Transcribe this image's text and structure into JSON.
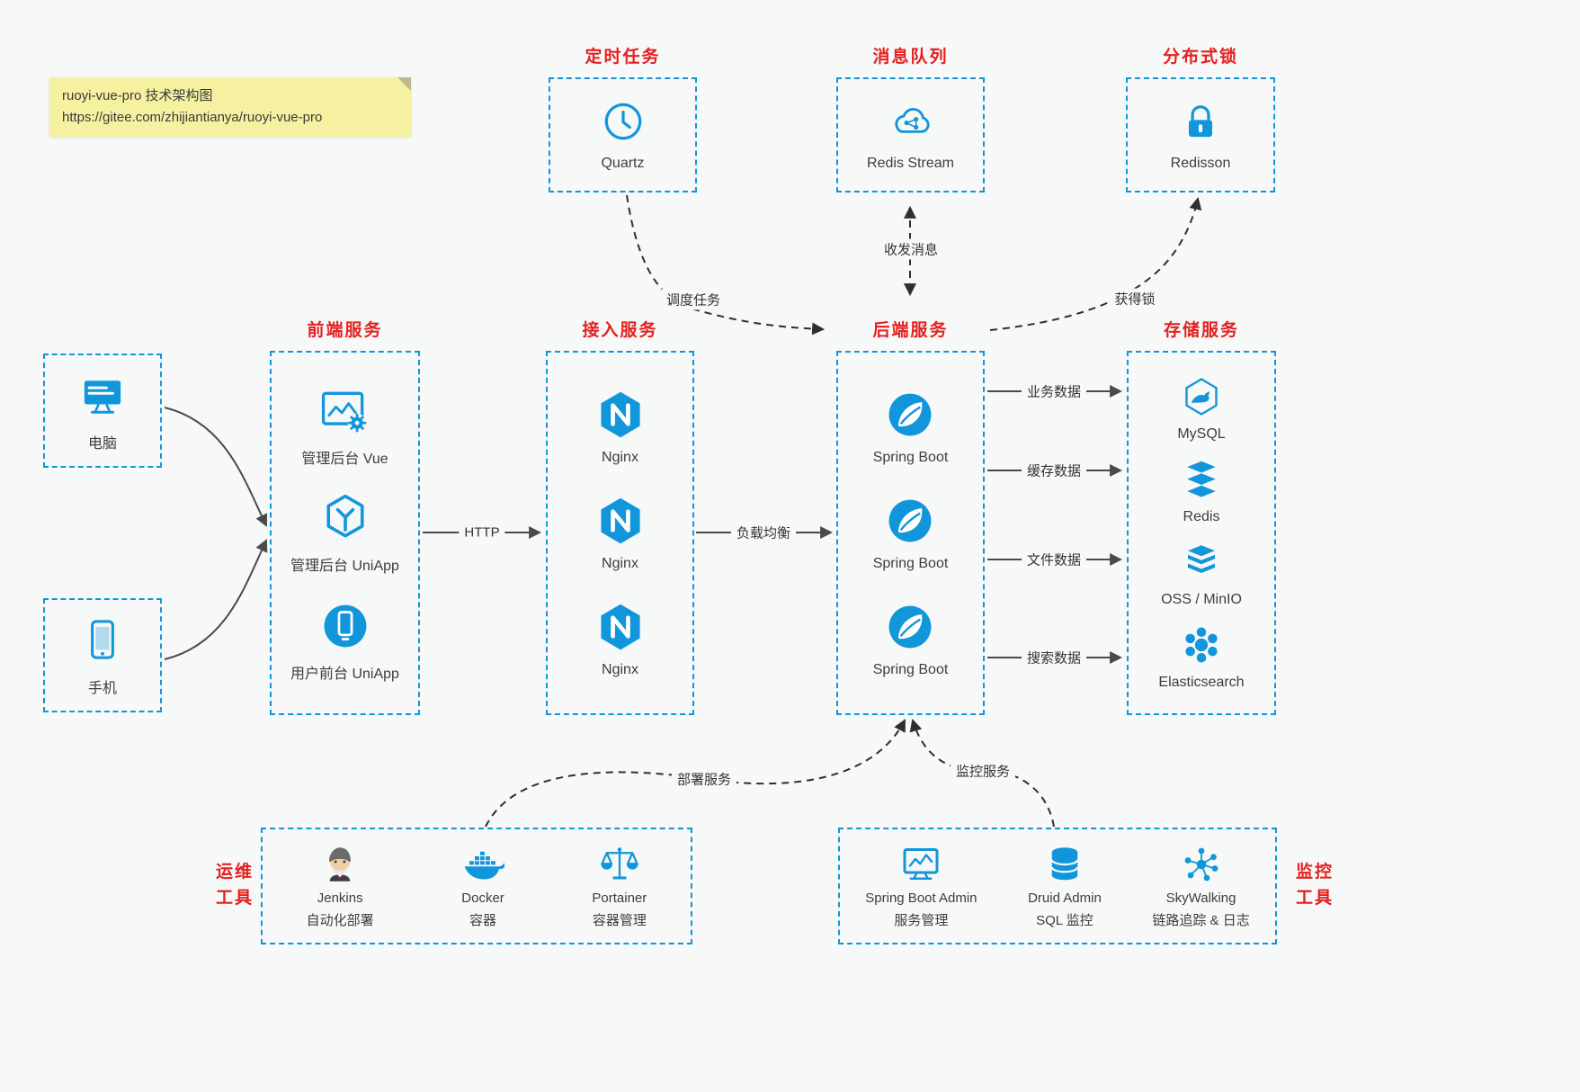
{
  "colors": {
    "accent": "#1296db",
    "title_red": "#e42020",
    "note_bg": "#f6f1a0",
    "page_bg": "#f7f8f8"
  },
  "note": {
    "line1": "ruoyi-vue-pro 技术架构图",
    "line2": "https://gitee.com/zhijiantianya/ruoyi-vue-pro"
  },
  "top_groups": [
    {
      "title": "定时任务",
      "icon": "clock-icon",
      "label": "Quartz"
    },
    {
      "title": "消息队列",
      "icon": "cloud-network-icon",
      "label": "Redis Stream"
    },
    {
      "title": "分布式锁",
      "icon": "lock-icon",
      "label": "Redisson"
    }
  ],
  "clients": [
    {
      "icon": "desktop-icon",
      "label": "电脑"
    },
    {
      "icon": "phone-icon",
      "label": "手机"
    }
  ],
  "columns": [
    {
      "title": "前端服务",
      "items": [
        {
          "icon": "admin-vue-icon",
          "label": "管理后台 Vue"
        },
        {
          "icon": "uniapp-cube-icon",
          "label": "管理后台 UniApp"
        },
        {
          "icon": "user-app-icon",
          "label": "用户前台 UniApp"
        }
      ]
    },
    {
      "title": "接入服务",
      "items": [
        {
          "icon": "nginx-icon",
          "label": "Nginx"
        },
        {
          "icon": "nginx-icon",
          "label": "Nginx"
        },
        {
          "icon": "nginx-icon",
          "label": "Nginx"
        }
      ]
    },
    {
      "title": "后端服务",
      "items": [
        {
          "icon": "spring-icon",
          "label": "Spring Boot"
        },
        {
          "icon": "spring-icon",
          "label": "Spring Boot"
        },
        {
          "icon": "spring-icon",
          "label": "Spring Boot"
        }
      ]
    },
    {
      "title": "存储服务",
      "items": [
        {
          "icon": "mysql-icon",
          "label": "MySQL"
        },
        {
          "icon": "redis-stack-icon",
          "label": "Redis"
        },
        {
          "icon": "oss-stack-icon",
          "label": "OSS / MinIO"
        },
        {
          "icon": "elasticsearch-icon",
          "label": "Elasticsearch"
        }
      ]
    }
  ],
  "edges": {
    "http": "HTTP",
    "load_balance": "负载均衡",
    "schedule_task": "调度任务",
    "send_receive_msg": "收发消息",
    "acquire_lock": "获得锁",
    "business_data": "业务数据",
    "cache_data": "缓存数据",
    "file_data": "文件数据",
    "search_data": "搜索数据",
    "deploy_service": "部署服务",
    "monitor_service": "监控服务"
  },
  "bottom_groups": [
    {
      "side_line1": "运维",
      "side_line2": "工具",
      "items": [
        {
          "icon": "jenkins-icon",
          "name": "Jenkins",
          "desc": "自动化部署"
        },
        {
          "icon": "docker-icon",
          "name": "Docker",
          "desc": "容器"
        },
        {
          "icon": "portainer-icon",
          "name": "Portainer",
          "desc": "容器管理"
        }
      ]
    },
    {
      "side_line1": "监控",
      "side_line2": "工具",
      "items": [
        {
          "icon": "spring-boot-admin-icon",
          "name": "Spring Boot Admin",
          "desc": "服务管理"
        },
        {
          "icon": "druid-icon",
          "name": "Druid Admin",
          "desc": "SQL 监控"
        },
        {
          "icon": "skywalking-icon",
          "name": "SkyWalking",
          "desc": "链路追踪 & 日志"
        }
      ]
    }
  ]
}
